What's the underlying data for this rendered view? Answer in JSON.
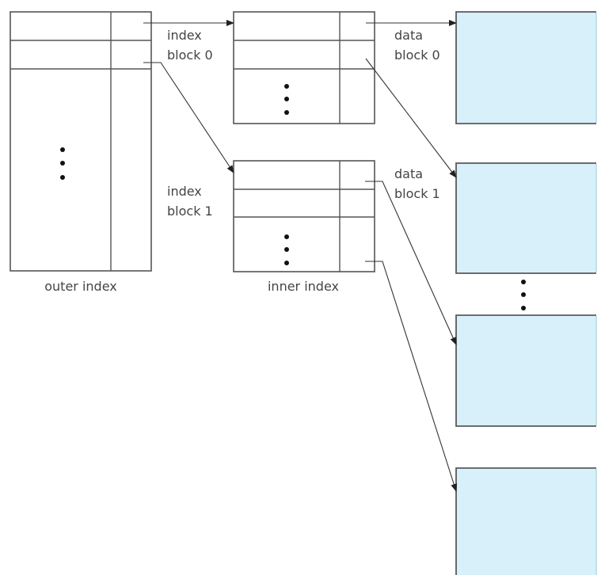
{
  "diagram": {
    "title": "Two-level sparse index",
    "labels": {
      "outer_index": "outer index",
      "inner_index": "inner index",
      "index_block_0": [
        "index",
        "block 0"
      ],
      "index_block_1": [
        "index",
        "block 1"
      ],
      "data_block_0": [
        "data",
        "block 0"
      ],
      "data_block_1": [
        "data",
        "block 1"
      ]
    },
    "colors": {
      "data_block_fill": "#d8f0fa",
      "line": "#555555",
      "text": "#444444"
    },
    "ellipsis": "⋮",
    "nodes": [
      {
        "id": "outer-index",
        "type": "index",
        "label": "outer index"
      },
      {
        "id": "index-block-0",
        "type": "inner-index-block",
        "label": "index block 0"
      },
      {
        "id": "index-block-1",
        "type": "inner-index-block",
        "label": "index block 1"
      },
      {
        "id": "data-block-0",
        "type": "data-block",
        "label": "data block 0"
      },
      {
        "id": "data-block-1",
        "type": "data-block",
        "label": "data block 1"
      },
      {
        "id": "data-block-2",
        "type": "data-block",
        "label": ""
      },
      {
        "id": "data-block-3",
        "type": "data-block",
        "label": ""
      }
    ],
    "edges": [
      {
        "from": "outer-index.entry-0",
        "to": "index-block-0"
      },
      {
        "from": "outer-index.entry-1",
        "to": "index-block-1"
      },
      {
        "from": "index-block-0.entry-0",
        "to": "data-block-0"
      },
      {
        "from": "index-block-0.entry-1",
        "to": "data-block-1"
      },
      {
        "from": "index-block-1.entry-0",
        "to": "data-block-2"
      },
      {
        "from": "index-block-1.entry-last",
        "to": "data-block-3"
      }
    ]
  }
}
